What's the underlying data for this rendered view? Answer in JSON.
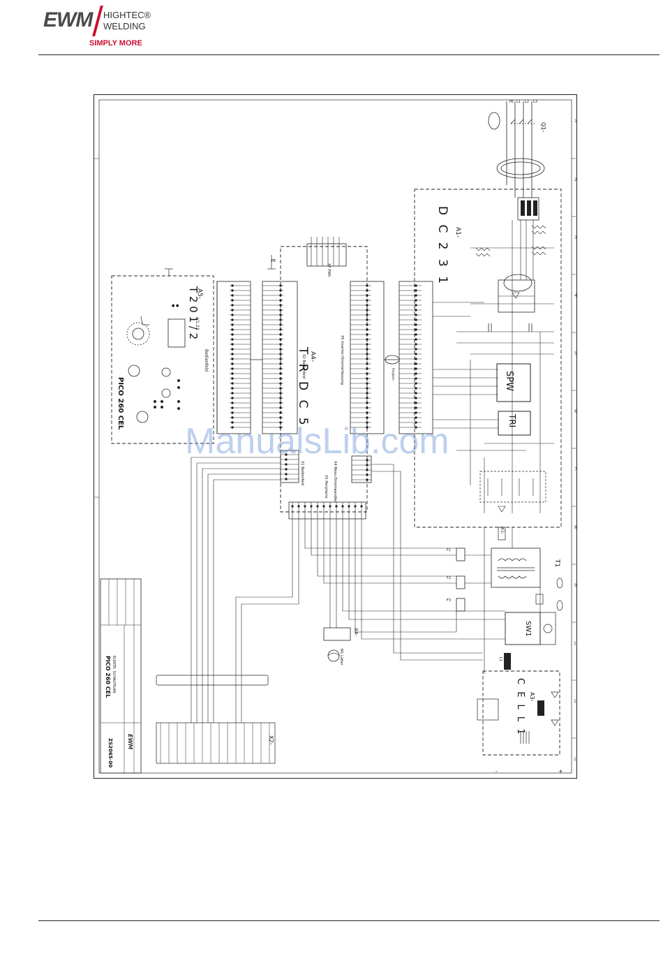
{
  "header": {
    "logo_text": "EWM",
    "logo_line1": "HIGHTEC®",
    "logo_line2": "WELDING",
    "tagline": "SIMPLY MORE"
  },
  "watermark": "ManualsLib.com",
  "diagram": {
    "modules": {
      "a5": {
        "id": "A5-",
        "name": "T 2 0 1 / 2",
        "sub": "Bedienfeld",
        "product": "PICO 260 CEL",
        "version": "V1.22"
      },
      "a4": {
        "id": "A4-",
        "name": "T R D C 5",
        "x1": "X1 Bedienfeld",
        "x2": "X2 Bedienfeld",
        "x5": "X5 Inverter-/Stromerfassung",
        "x3": "X3 Peripherie",
        "x4": "X4 Mess-/Stromwandler",
        "x7": "X7 PWS"
      },
      "a1": {
        "id": "A1-",
        "name": "D C 2 3 1",
        "spw": "SPW",
        "tri": "TRI"
      },
      "a3": {
        "id": "A3-",
        "name": "C E L L 1"
      }
    },
    "components": {
      "q1": "Q1-",
      "t1": "T1",
      "sw1": "SW1",
      "x4b": "X4-",
      "m1": "M1 Lüfter",
      "l1": "L1",
      "x1": "X1-",
      "x2": "X2-",
      "f1": "F1",
      "f2": "F2",
      "f3": "F3",
      "pe": "PE",
      "l1p": "L1",
      "l2p": "L2",
      "l3p": "L3",
      "plus": "+",
      "minus": "-",
      "ferrite": "Ringkern"
    },
    "title_block": {
      "title": "PICO 260 CEL",
      "subtitle": "ELEKTR. SCHALTPLAN",
      "drawing_no": "ZS2065-00",
      "logo": "EWM"
    },
    "grid_numbers": [
      "1",
      "2",
      "3",
      "4",
      "5",
      "6",
      "7",
      "8",
      "9",
      "10",
      "11",
      "12"
    ]
  }
}
